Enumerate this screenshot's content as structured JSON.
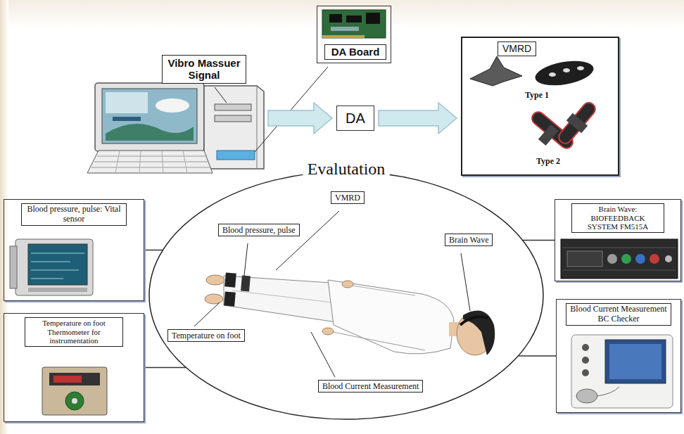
{
  "diagram": {
    "nodes": [
      {
        "text": [
          "Vibro Massuer Signal"
        ]
      },
      {
        "text": [
          "DA Board"
        ]
      },
      {
        "text": [
          "DA"
        ]
      },
      {
        "text": [
          "VMRD"
        ]
      },
      {
        "text": [
          "Blood pressure, pulse: Vital sensor"
        ]
      },
      {
        "text": [
          "Evalutation"
        ]
      },
      {
        "text": [
          "VMRD"
        ],
        "in": 5
      },
      {
        "text": [
          "Blood pressure, pulse"
        ],
        "in": 5
      },
      {
        "text": [
          "Brain Wave"
        ],
        "in": 5
      },
      {
        "text": [
          "Temperature on foot"
        ],
        "in": 5
      },
      {
        "text": [
          "Blood Current Measurement"
        ],
        "in": 5
      },
      {
        "text": [
          "Brain Wave: BIOFEEDBACK SYSTEM FM515A"
        ]
      },
      {
        "text": [
          "Temperature on foot Thermometer for instrumentation"
        ]
      },
      {
        "text": [
          "Blood Current Measurement BC Checker"
        ]
      }
    ],
    "edges": [
      {
        "from": 0,
        "to": 2,
        "arrow": "to"
      },
      {
        "from": 2,
        "to": 3,
        "arrow": "to"
      },
      {
        "from": 5,
        "to": 4,
        "arrow": "none"
      },
      {
        "from": 5,
        "to": 11,
        "arrow": "none"
      },
      {
        "from": 5,
        "to": 12,
        "arrow": "none"
      },
      {
        "from": 5,
        "to": 13,
        "arrow": "none"
      }
    ],
    "labels": [
      "Type 1",
      "Type 2"
    ]
  }
}
